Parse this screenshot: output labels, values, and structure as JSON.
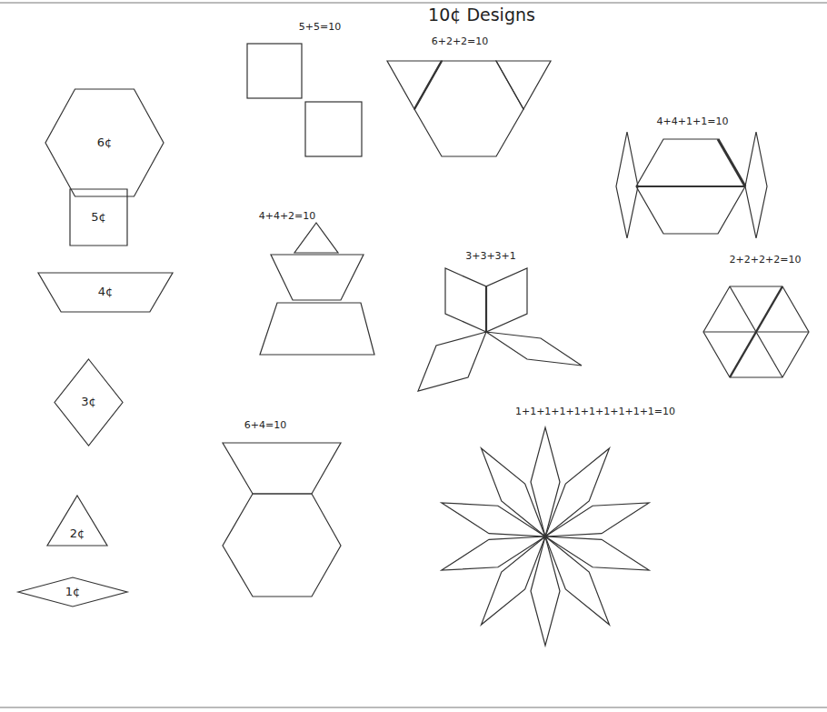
{
  "diagram": {
    "title": "10¢ Designs",
    "nodes": [
      {
        "text": [
          "6¢"
        ]
      },
      {
        "text": [
          "5¢"
        ]
      },
      {
        "text": [
          "4¢"
        ]
      },
      {
        "text": [
          "3¢"
        ]
      },
      {
        "text": [
          "2¢"
        ]
      },
      {
        "text": [
          "1¢"
        ]
      }
    ],
    "labels": [
      "5+5=10",
      "6+2+2=10",
      "4+4+1+1=10",
      "4+4+2=10",
      "3+3+3+1",
      "2+2+2+2=10",
      "6+4=10",
      "1+1+1+1+1+1+1+1+1+1=10"
    ]
  }
}
